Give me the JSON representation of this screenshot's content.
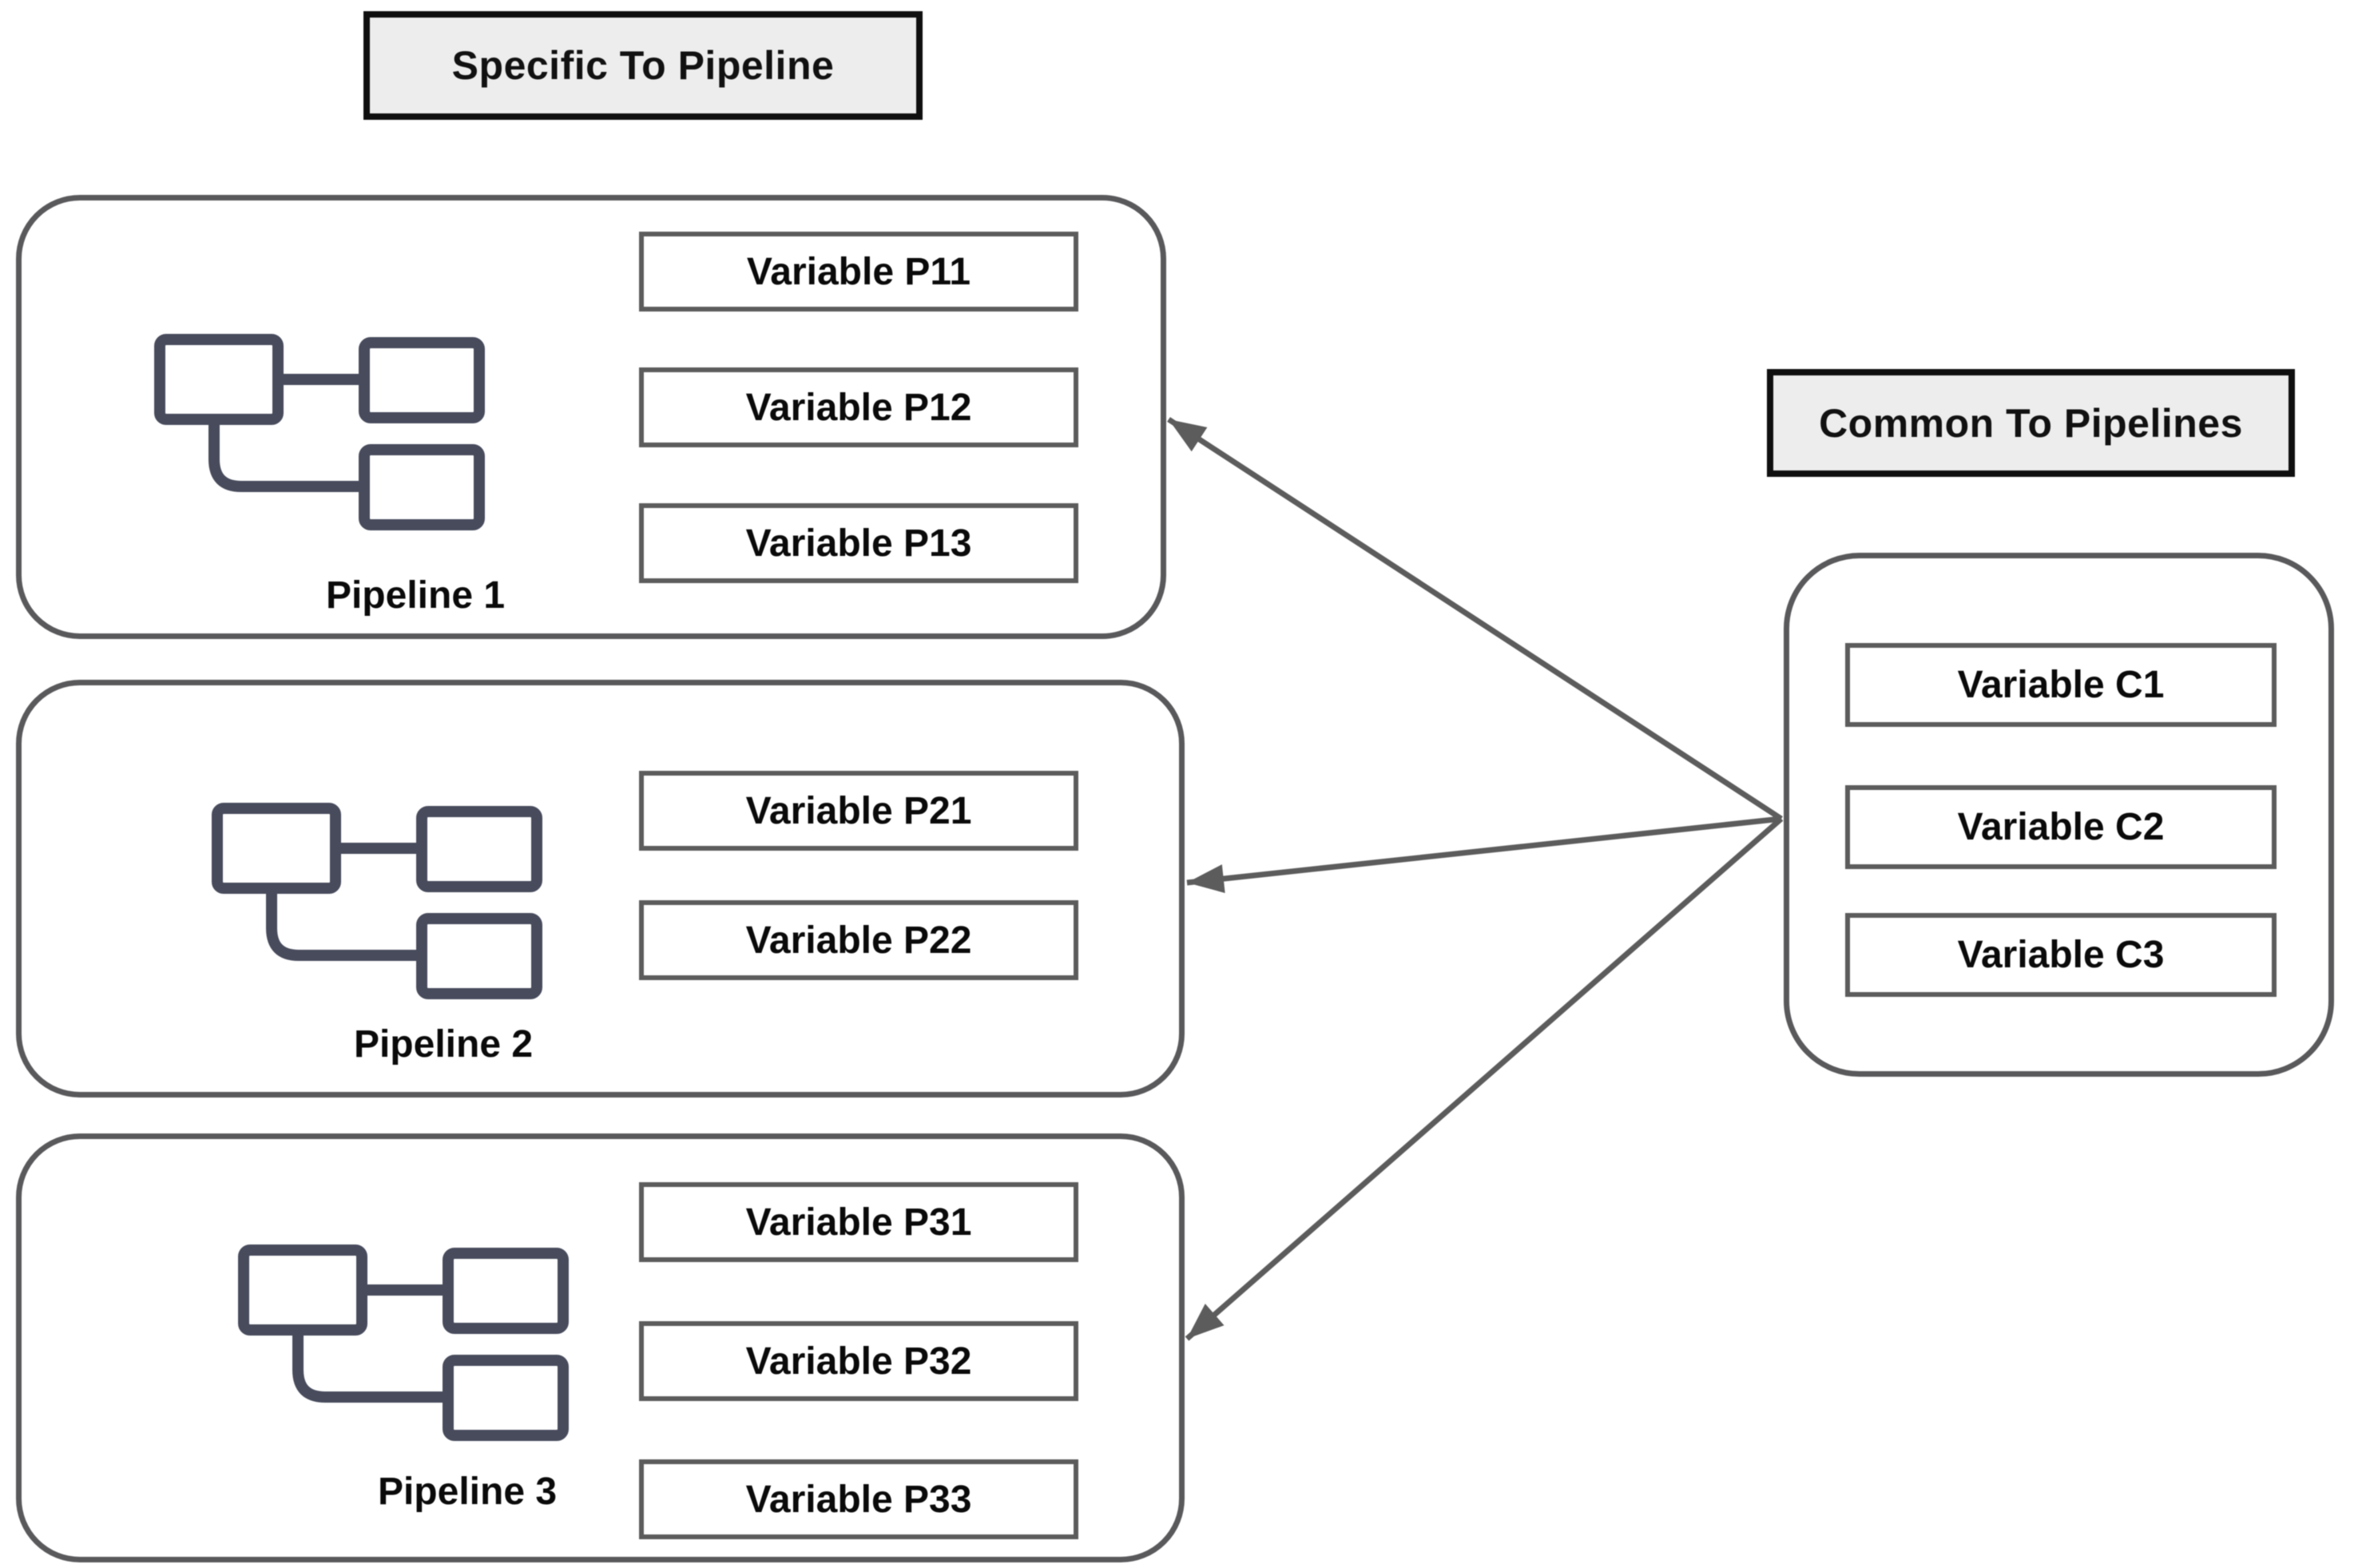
{
  "diagram": {
    "left_section": {
      "title": "Specific To Pipeline",
      "pipelines": [
        {
          "label": "Pipeline 1",
          "variables": [
            "Variable P11",
            "Variable P12",
            "Variable P13"
          ]
        },
        {
          "label": "Pipeline 2",
          "variables": [
            "Variable P21",
            "Variable P22"
          ]
        },
        {
          "label": "Pipeline 3",
          "variables": [
            "Variable P31",
            "Variable P32",
            "Variable P33"
          ]
        }
      ]
    },
    "right_section": {
      "title": "Common To Pipelines",
      "variables": [
        "Variable C1",
        "Variable C2",
        "Variable C3"
      ]
    },
    "icons": {
      "pipeline_icon": "pipeline-flow-icon"
    },
    "colors": {
      "background": "#ffffff",
      "title_box_fill": "#ededed",
      "title_box_border": "#0f0f0f",
      "group_box_border": "#59595c",
      "variable_box_border": "#5c5c5c",
      "arrow": "#5c5c5c",
      "icon_stroke": "#474b5c",
      "text": "#0a0a0a"
    }
  }
}
